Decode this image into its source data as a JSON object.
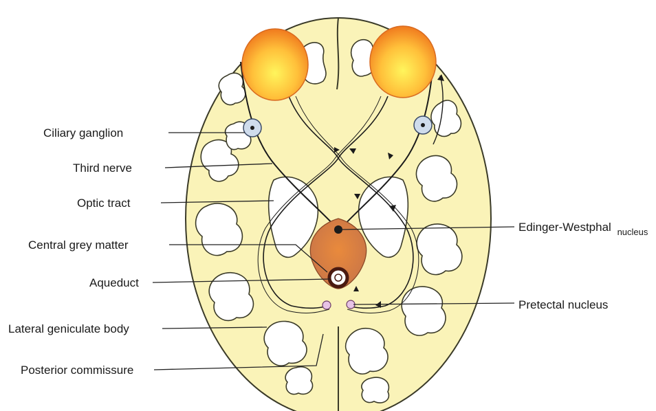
{
  "labels": {
    "left": {
      "ciliary_ganglion": "Ciliary ganglion",
      "third_nerve": "Third nerve",
      "optic_tract": "Optic tract",
      "central_grey_matter": "Central grey matter",
      "aqueduct": "Aqueduct",
      "lateral_geniculate_body": "Lateral geniculate body",
      "posterior_commissure": "Posterior commissure"
    },
    "right": {
      "edinger_westphal_main": "Edinger-Westphal",
      "edinger_westphal_small": "nucleus",
      "pretectal_nucleus": "Pretectal nucleus"
    }
  },
  "colors": {
    "brain_fill": "#faf3b8",
    "brain_outline": "#3a3a28",
    "cavity_fill": "#ffffff",
    "eye_center": "#fff25a",
    "eye_edge": "#f07a1e",
    "nucleus": "#d9844a",
    "ganglion": "#cfdcec",
    "pretectal": "#e7c3e6",
    "pathway": "#1b1b1b"
  }
}
